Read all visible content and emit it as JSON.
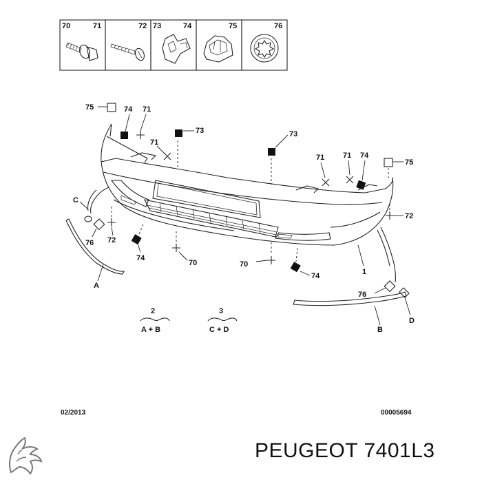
{
  "legend": {
    "refs": [
      "70",
      "71",
      "72",
      "73",
      "74",
      "75",
      "76"
    ]
  },
  "callouts": {
    "c75a": "75",
    "c74a": "74",
    "c71a": "71",
    "c71b": "71",
    "c73a": "73",
    "c73b": "73",
    "c71c": "71",
    "c71d": "71",
    "c74b": "74",
    "c75b": "75",
    "c72a": "72",
    "c72b": "72",
    "c76a": "76",
    "c76b": "76",
    "c74c": "74",
    "c74d": "74",
    "c70a": "70",
    "c70b": "70",
    "c1": "1",
    "cA": "A",
    "cB": "B",
    "cC": "C",
    "cD": "D"
  },
  "kits": [
    {
      "number": "2",
      "content": "A + B"
    },
    {
      "number": "3",
      "content": "C + D"
    }
  ],
  "footer": {
    "date_code": "02/2013",
    "doc_number": "00005694",
    "caption": "PEUGEOT 7401L3"
  },
  "colors": {
    "line": "#222222",
    "marker_fill": "#111111",
    "background": "#ffffff"
  }
}
